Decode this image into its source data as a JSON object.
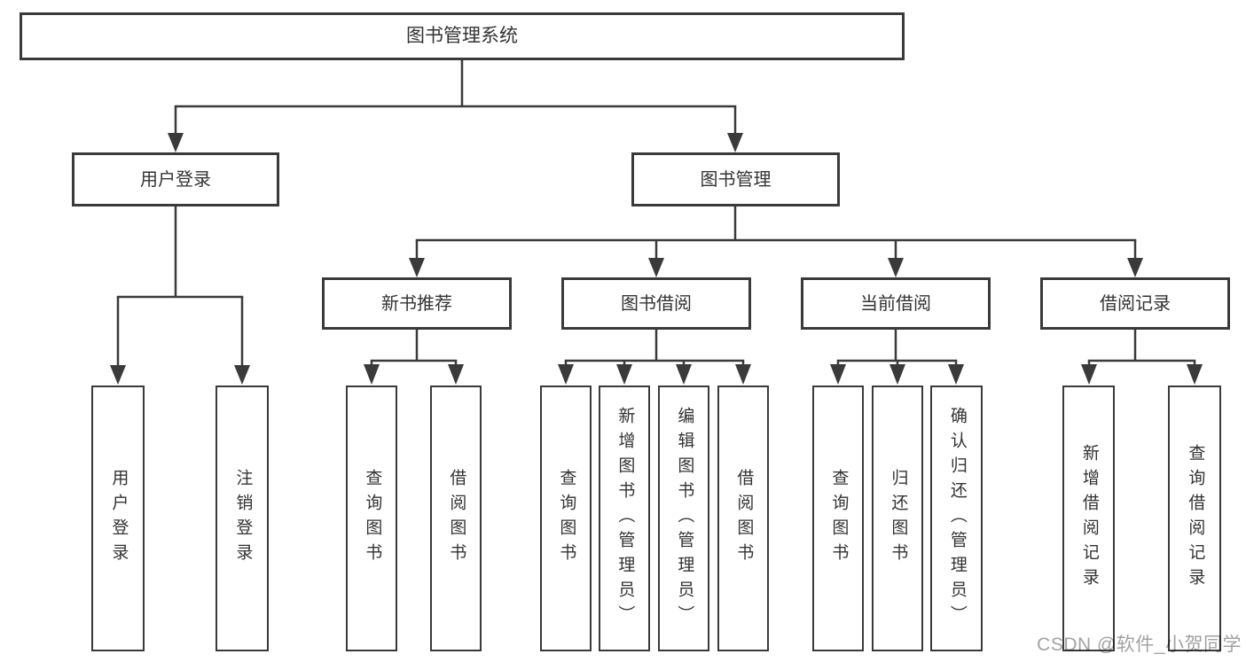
{
  "diagram": {
    "root": {
      "label": "图书管理系统",
      "children": [
        {
          "label": "用户登录",
          "children": [
            {
              "label": "用户登录"
            },
            {
              "label": "注销登录"
            }
          ]
        },
        {
          "label": "图书管理",
          "children": [
            {
              "label": "新书推荐",
              "children": [
                {
                  "label": "查询图书"
                },
                {
                  "label": "借阅图书"
                }
              ]
            },
            {
              "label": "图书借阅",
              "children": [
                {
                  "label": "查询图书"
                },
                {
                  "label": "新增图书（管理员）"
                },
                {
                  "label": "编辑图书（管理员）"
                },
                {
                  "label": "借阅图书"
                }
              ]
            },
            {
              "label": "当前借阅",
              "children": [
                {
                  "label": "查询图书"
                },
                {
                  "label": "归还图书"
                },
                {
                  "label": "确认归还（管理员）"
                }
              ]
            },
            {
              "label": "借阅记录",
              "children": [
                {
                  "label": "新增借阅记录"
                },
                {
                  "label": "查询借阅记录"
                }
              ]
            }
          ]
        }
      ]
    }
  },
  "watermark": {
    "text": "CSDN @软件_小贺同学"
  },
  "colors": {
    "line": "#3a3a3a",
    "box_border": "#3a3a3a",
    "box_fill": "#ffffff",
    "text": "#333333",
    "watermark": "#a2a2a2"
  }
}
